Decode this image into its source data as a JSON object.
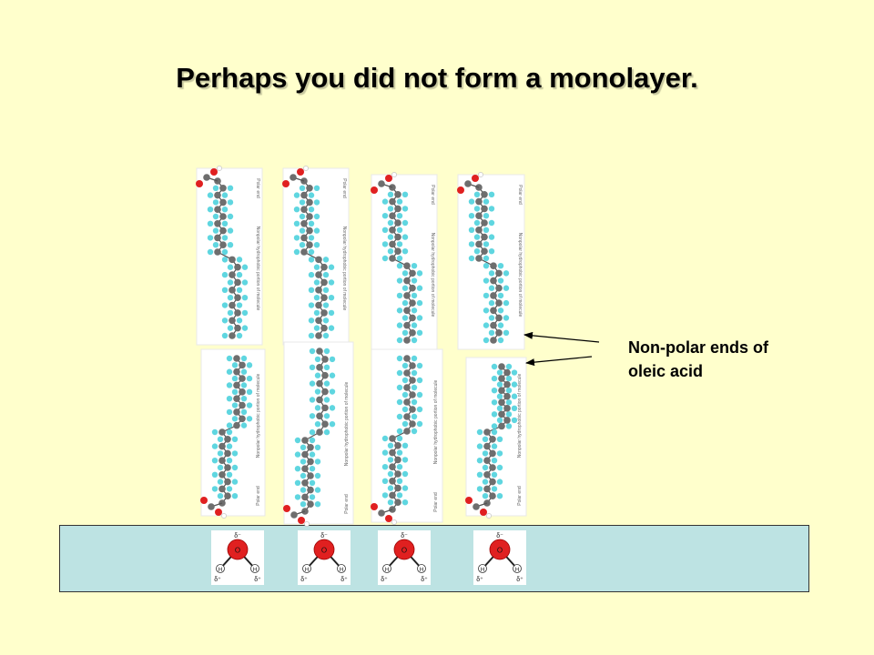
{
  "title": "Perhaps you did not form a monolayer.",
  "annotation": {
    "line1": "Non-polar ends of",
    "line2": "oleic acid"
  },
  "molecule_card": {
    "polar_label": "Polar end",
    "tail_label": "Nonpolar hydrophobic portion of molecule"
  },
  "water_molecule": {
    "oxygen": "O",
    "hydrogen": "H",
    "delta_minus": "δ⁻",
    "delta_plus": "δ⁺"
  },
  "colors": {
    "background": "#ffffcc",
    "water_surface": "#bde3e3",
    "carbon": "#6e6e6e",
    "hydrogen_atom": "#5fd6e0",
    "oxygen_atom": "#e02020",
    "card_background": "#ffffff"
  }
}
